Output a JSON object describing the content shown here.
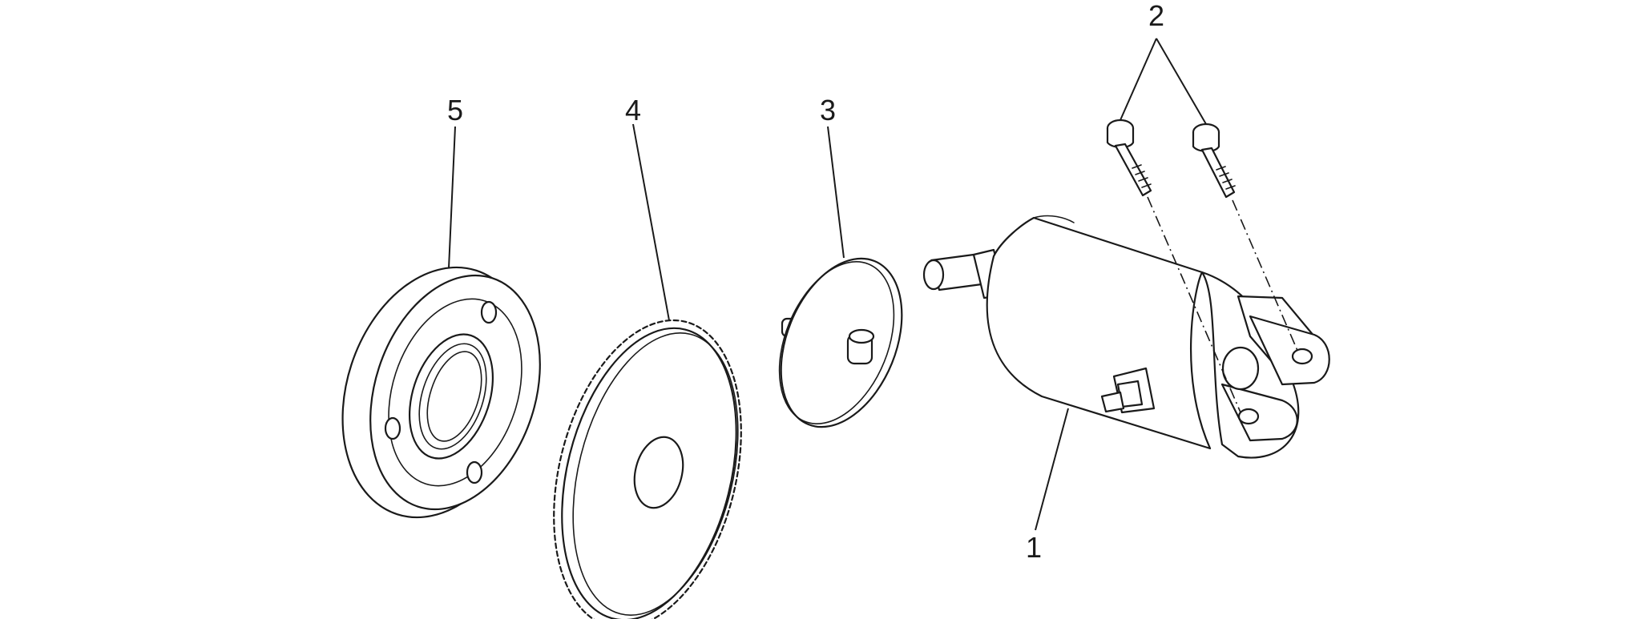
{
  "callouts": {
    "starter_motor": "1",
    "screws": "2",
    "cover_plate": "3",
    "gear": "4",
    "flange": "5"
  },
  "colors": {
    "line": "#1a1a1a",
    "background": "#ffffff"
  }
}
